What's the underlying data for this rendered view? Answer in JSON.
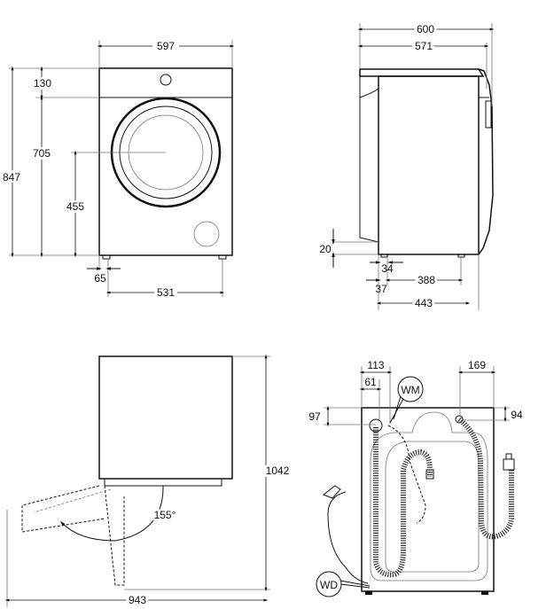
{
  "front_view": {
    "width": "597",
    "total_height": "847",
    "top_to_door": "130",
    "door_top_height": "705",
    "door_center_height": "455",
    "foot_inset": "65",
    "foot_spacing": "531"
  },
  "side_view": {
    "total_depth": "600",
    "body_depth": "571",
    "back_clearance": "20",
    "foot_offset": "34",
    "foot_inset": "37",
    "foot_spacing": "388",
    "base_depth": "443"
  },
  "door_open_view": {
    "total_height": "1042",
    "door_open_depth": "943",
    "door_angle": "155°"
  },
  "rear_view": {
    "drain_offset": "113",
    "inlet_offset": "61",
    "inlet_height": "97",
    "drain_hose_offset": "169",
    "drain_hose_height": "94",
    "label_wm": "WM",
    "label_wd": "WD"
  }
}
